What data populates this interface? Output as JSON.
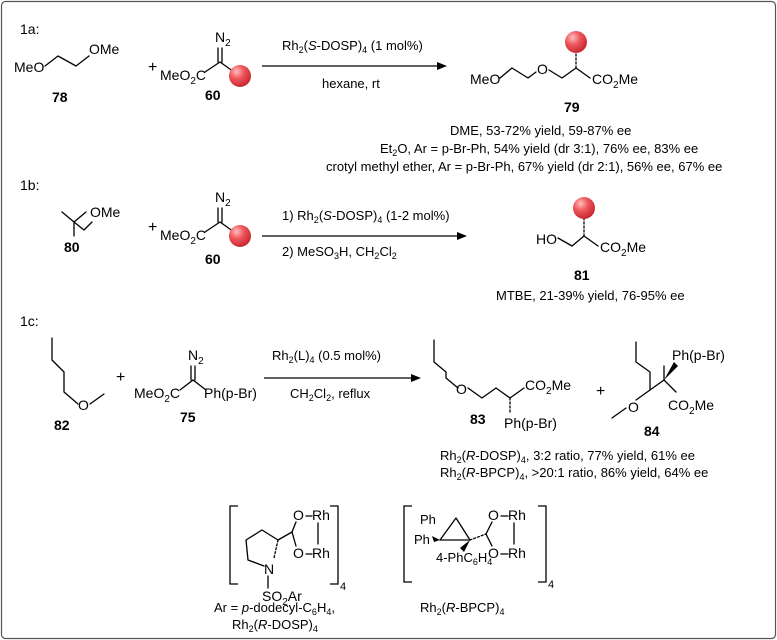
{
  "sections": {
    "s1a": "1a:",
    "s1b": "1b:",
    "s1c": "1c:"
  },
  "labels": {
    "ome": "OMe",
    "meo": "MeO",
    "o": "O",
    "ho": "HO",
    "co2me_base": "CO",
    "co2me_sub": "2",
    "co2me_tail": "Me",
    "meo2c_head": "MeO",
    "meo2c_sub": "2",
    "meo2c_tail": "C",
    "n2_head": "N",
    "n2_sub": "2",
    "ph_p_br": "Ph(p-Br)",
    "plus": "+",
    "rh": "Rh",
    "n": "N",
    "ph": "Ph",
    "so2ar_head": "SO",
    "so2ar_sub": "2",
    "so2ar_tail": "Ar",
    "phc6h4_head": "4-PhC",
    "phc6h4_sub1": "6",
    "phc6h4_mid": "H",
    "phc6h4_sub2": "4",
    "sub4": "4"
  },
  "compounds": {
    "c78": "78",
    "c60a": "60",
    "c79": "79",
    "c80": "80",
    "c60b": "60",
    "c81": "81",
    "c82": "82",
    "c75": "75",
    "c83": "83",
    "c84": "84"
  },
  "reactions": {
    "r1a": {
      "reagent_head": "Rh",
      "reagent_sub": "2",
      "reagent_paren": "(",
      "reagent_italic": "S",
      "reagent_tail": "-DOSP)",
      "reagent_sub2": "4",
      "reagent_end": " (1 mol%)",
      "condition": "hexane, rt",
      "results": [
        "DME, 53-72% yield, 59-87% ee",
        "Et2O, Ar = p-Br-Ph, 54% yield (dr 3:1), 76% ee, 83% ee",
        "crotyl methyl ether, Ar = p-Br-Ph, 67% yield (dr 2:1), 56% ee, 67% ee"
      ]
    },
    "r1b": {
      "step1_head": "1) Rh",
      "step1_sub": "2",
      "step1_paren": "(",
      "step1_italic": "S",
      "step1_tail": "-DOSP)",
      "step1_sub2": "4",
      "step1_end": " (1-2 mol%)",
      "step2_head": "2) MeSO",
      "step2_sub": "3",
      "step2_mid": "H, CH",
      "step2_sub2": "2",
      "step2_mid2": "Cl",
      "step2_sub3": "2",
      "result": "MTBE, 21-39% yield, 76-95% ee"
    },
    "r1c": {
      "reagent_head": "Rh",
      "reagent_sub": "2",
      "reagent_tail": "(L)",
      "reagent_sub2": "4",
      "reagent_end": " (0.5 mol%)",
      "cond_head": "CH",
      "cond_sub": "2",
      "cond_mid": "Cl",
      "cond_sub2": "2",
      "cond_end": ", reflux",
      "result1_head": "Rh",
      "result1_sub": "2",
      "result1_paren": "(",
      "result1_italic": "R",
      "result1_tail": "-DOSP)",
      "result1_sub2": "4",
      "result1_end": ", 3:2 ratio, 77% yield, 61% ee",
      "result2_head": "Rh",
      "result2_sub": "2",
      "result2_paren": "(",
      "result2_italic": "R",
      "result2_tail": "-BPCP)",
      "result2_sub2": "4",
      "result2_end": ", >20:1 ratio, 86% yield, 64% ee"
    }
  },
  "catalysts": {
    "dosp": {
      "ar_head": "Ar = ",
      "ar_italic": "p",
      "ar_tail": "-dodecyl-C",
      "ar_sub1": "6",
      "ar_mid": "H",
      "ar_sub2": "4",
      "ar_comma": ",",
      "name_head": "Rh",
      "name_sub": "2",
      "name_paren": "(",
      "name_italic": "R",
      "name_tail": "-DOSP)",
      "name_sub2": "4"
    },
    "bpcp": {
      "name_head": "Rh",
      "name_sub": "2",
      "name_paren": "(",
      "name_italic": "R",
      "name_tail": "-BPCP)",
      "name_sub2": "4"
    }
  },
  "colors": {
    "substituent_ball": "#e8464e",
    "ball_highlight": "#ffb3b3",
    "frame": "#555555"
  }
}
